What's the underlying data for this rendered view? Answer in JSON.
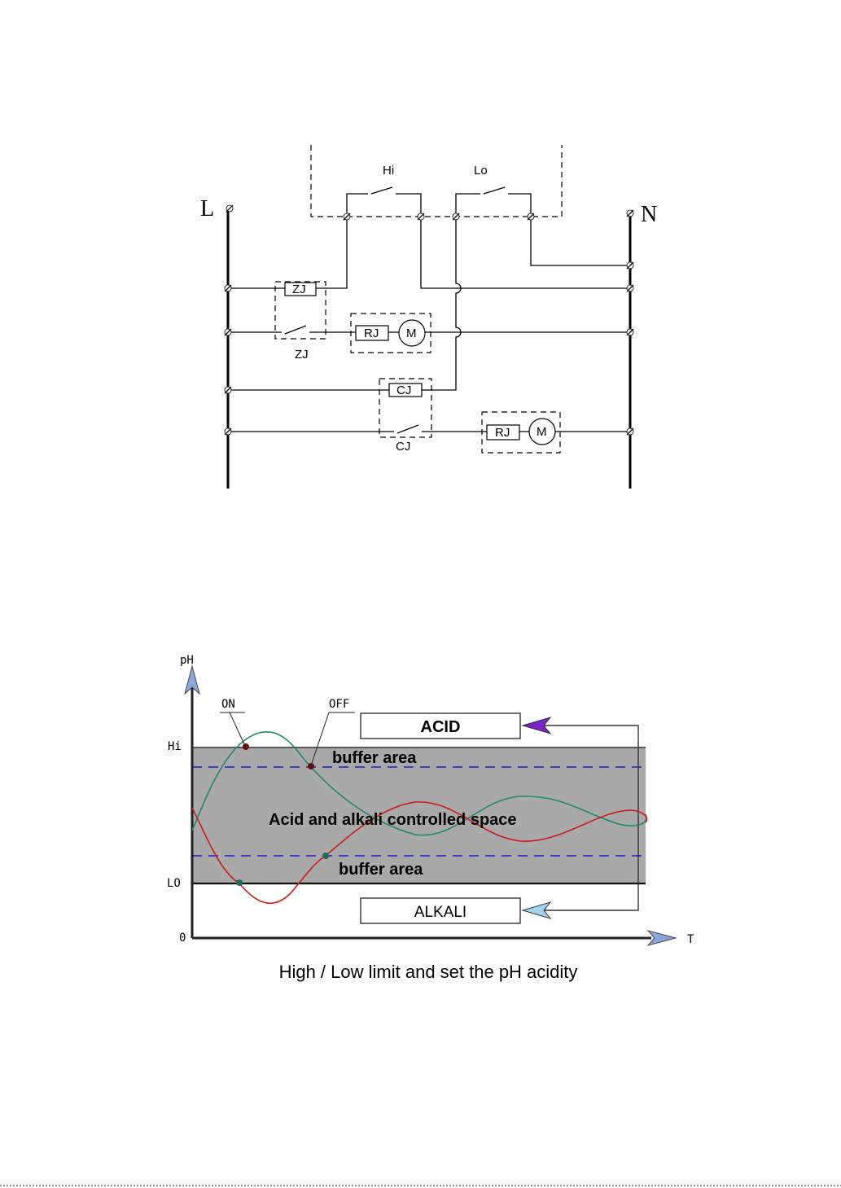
{
  "circuit": {
    "rail_left": "L",
    "rail_right": "N",
    "hi_contact": "Hi",
    "lo_contact": "Lo",
    "zj_coil": "ZJ",
    "zj_contact": "ZJ",
    "rj_label": "RJ",
    "motor_label": "M",
    "cj_coil": "CJ",
    "cj_contact": "CJ"
  },
  "ph_graph": {
    "y_axis_label": "pH",
    "x_axis_label": "T",
    "hi_label": "Hi",
    "lo_label": "LO",
    "zero_label": "0",
    "on_label": "ON",
    "off_label": "OFF",
    "acid_box": "ACID",
    "alkali_box": "ALKALI",
    "buffer_upper": "buffer area",
    "buffer_lower": "buffer area",
    "controlled_space": "Acid and alkali controlled space",
    "caption": "High / Low limit and set the pH acidity"
  },
  "colors": {
    "band": "#a9a9a9",
    "buffer_line": "#1e1ecc",
    "curve_green": "#1d8a6a",
    "curve_red": "#cc1b1b",
    "acid_arrow": "#7b22c8",
    "alkali_arrow": "#9ed6f0",
    "axis_arrow": "#8aa9d9",
    "divider": "#555555"
  }
}
